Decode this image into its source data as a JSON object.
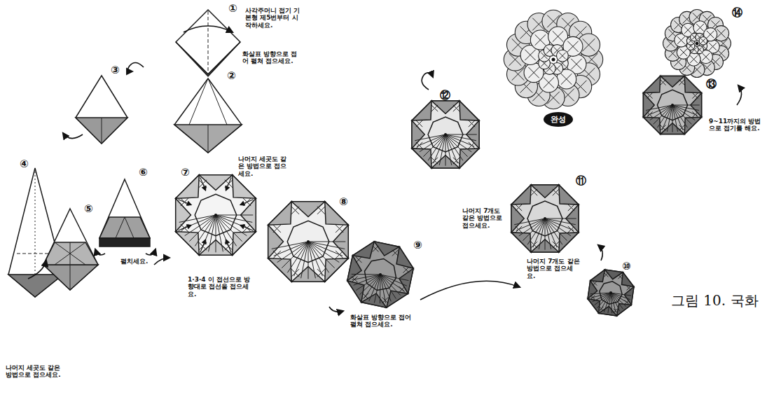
{
  "diagram": {
    "caption": "그림 10. 국화",
    "nodes": [
      {
        "text": [
          "완성"
        ]
      }
    ],
    "labels": [
      "①",
      "사각주머니 접기 기본형 제5번부터 시작하세요.",
      "화살표 방향으로 접어 펼쳐 접으세요.",
      "②",
      "나머지 세곳도 같은 방법으로 접으세요.",
      "③",
      "④",
      "⑤",
      "나머지 세곳도 같은 방법으로 접으세요.",
      "⑥",
      "펼치세요.",
      "⑦",
      "1·3·4 이 접선으로 방향대로 접선을 접으세요.",
      "⑧",
      "⑨",
      "화살표 방향으로 접어 펼쳐 접으세요.",
      "⑩",
      "나머지 7개도 같은 방법으로 접으세요.",
      "⑪",
      "나머지 7개도 같은 방법으로 접으세요.",
      "⑫",
      "⑬",
      "9~11까지의 방법으로 접기를 해요.",
      "⑭"
    ]
  }
}
